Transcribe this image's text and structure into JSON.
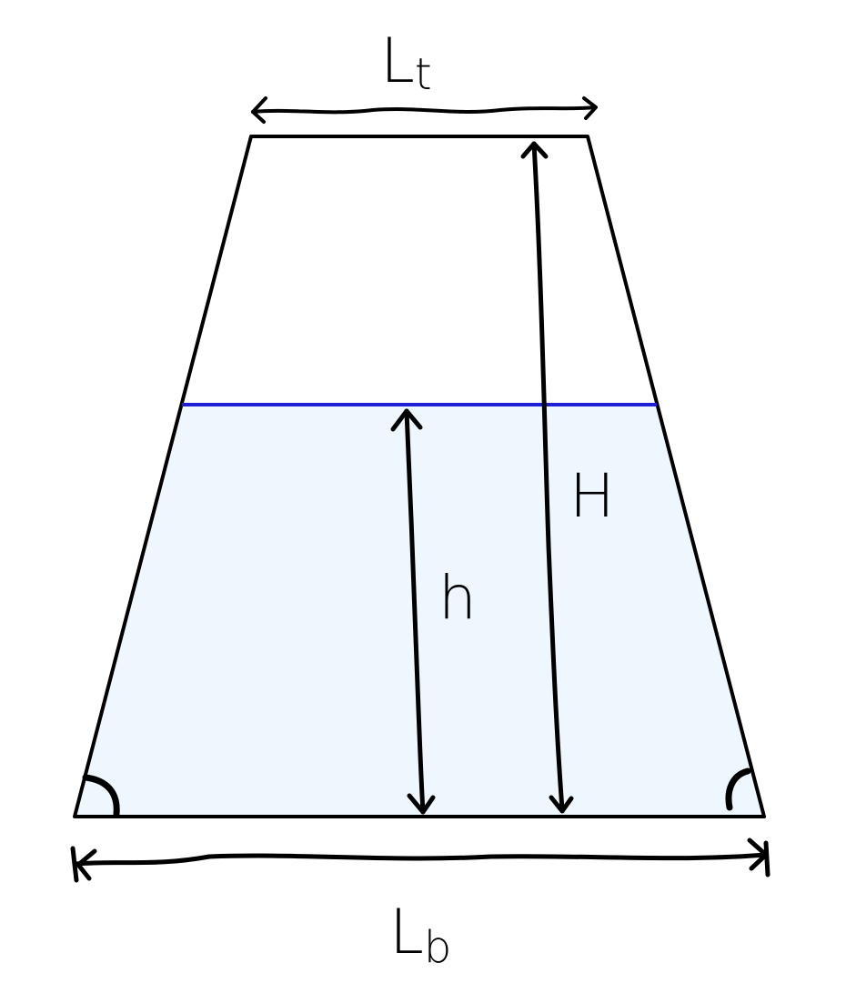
{
  "labels": {
    "top_width": "L",
    "top_width_sub": "t",
    "bottom_width": "L",
    "bottom_width_sub": "b",
    "total_height": "H",
    "fill_height": "h"
  },
  "colors": {
    "outline": "#000000",
    "water_line": "#1f1fd6",
    "water_fill": "#eef6fe",
    "background": "#ffffff"
  }
}
